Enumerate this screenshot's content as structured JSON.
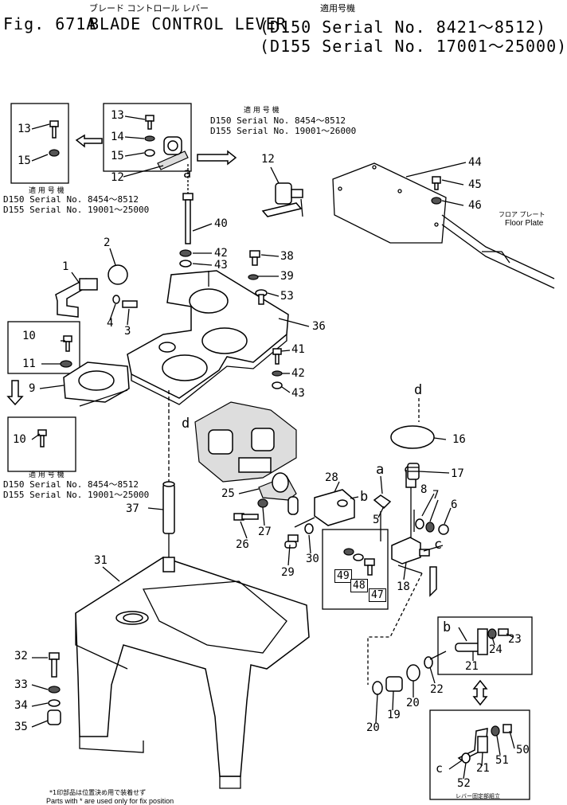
{
  "header": {
    "title_jp": "ブレード コントロール レバー",
    "applicable_jp": "適用号機",
    "fig_label": "Fig. 671A",
    "title_en": "BLADE CONTROL LEVER",
    "serial_line1": "(D150 Serial No. 8421～8512)",
    "serial_line2": "(D155 Serial No. 17001～25000)"
  },
  "notes": {
    "applicable_jp": "適 用 号 機",
    "d150_serial": "D150  Serial No. 8454～8512",
    "d155_serial": "D155  Serial No. 19001～25000",
    "top_d150": "D150  Serial No. 8454～8512",
    "top_d155": "D155  Serial No. 19001～26000",
    "floor_plate_jp": "フロア プレート",
    "floor_plate_en": "Floor Plate",
    "footer_jp": "*1印部品は位置決め用で装着せず",
    "footer_en": "Parts with * are used only for fix position",
    "lever_lock_jp": "レバー固定部組立"
  },
  "callouts": [
    "1",
    "2",
    "3",
    "4",
    "5",
    "6",
    "7",
    "8",
    "9",
    "10",
    "11",
    "12",
    "13",
    "14",
    "15",
    "16",
    "17",
    "18",
    "19",
    "20",
    "21",
    "22",
    "23",
    "24",
    "25",
    "26",
    "27",
    "28",
    "29",
    "30",
    "31",
    "32",
    "33",
    "34",
    "35",
    "36",
    "37",
    "38",
    "39",
    "40",
    "41",
    "42",
    "43",
    "44",
    "45",
    "46",
    "47",
    "48",
    "49",
    "50",
    "51",
    "52",
    "53"
  ],
  "letters": {
    "a": "a",
    "b": "b",
    "c": "c",
    "d": "d"
  },
  "boxed_parts": [
    "49",
    "48",
    "47"
  ]
}
